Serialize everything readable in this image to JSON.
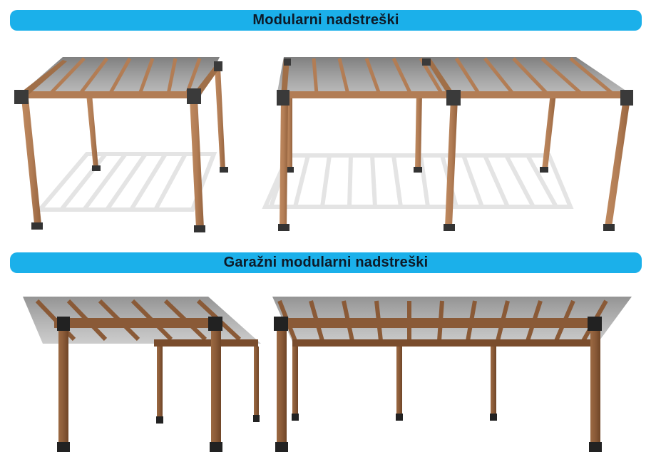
{
  "banners": {
    "top": "Modularni nadstreški",
    "bottom": "Garažni modularni nadstreški"
  },
  "colors": {
    "banner": "#1bb0ea",
    "banner_text": "#0d1a28",
    "wood": "#b27d55",
    "wood_dark": "#8a5a37",
    "roof_glass": "#6d6d6d",
    "bracket": "#3a3a3a"
  },
  "illustrations": [
    {
      "name": "single-module-carport",
      "section": "top"
    },
    {
      "name": "double-module-carport",
      "section": "top"
    },
    {
      "name": "single-module-garage-carport",
      "section": "bottom"
    },
    {
      "name": "double-module-garage-carport",
      "section": "bottom"
    }
  ]
}
